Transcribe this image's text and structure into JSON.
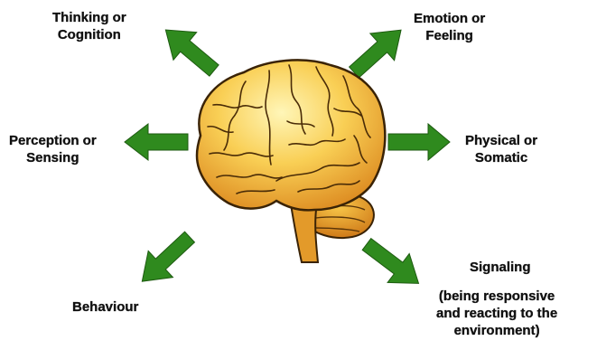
{
  "colors": {
    "arrow_fill": "#2f8a1e",
    "arrow_stroke": "#1d5a10",
    "brain_light": "#fff3a8",
    "brain_mid": "#f7c548",
    "brain_dark": "#d9821a",
    "brain_outline": "#3a2306"
  },
  "center_image": "brain-illustration",
  "labels": {
    "thinking": [
      "Thinking or",
      "Cognition"
    ],
    "emotion": [
      "Emotion or",
      "Feeling"
    ],
    "perception": [
      "Perception or",
      "Sensing"
    ],
    "physical": [
      "Physical or",
      "Somatic"
    ],
    "behaviour": [
      "Behaviour"
    ],
    "signaling": [
      "Signaling"
    ],
    "signaling_note": [
      "(being responsive",
      "and reacting to the",
      "environment)"
    ]
  }
}
